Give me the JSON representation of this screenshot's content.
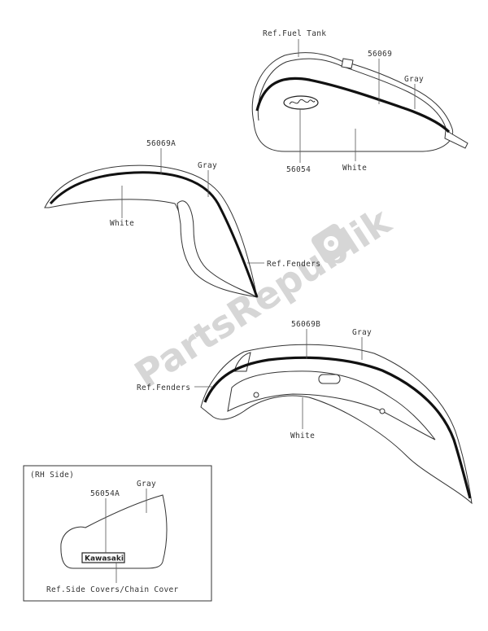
{
  "fuel_tank": {
    "ref_label": "Ref.Fuel Tank",
    "stripe_part": "56069",
    "gray_label": "Gray",
    "white_label": "White",
    "emblem_part": "56054"
  },
  "front_fender": {
    "stripe_part": "56069A",
    "gray_label": "Gray",
    "white_label": "White",
    "ref_label": "Ref.Fenders"
  },
  "rear_fender": {
    "stripe_part": "56069B",
    "gray_label": "Gray",
    "white_label": "White",
    "ref_label": "Ref.Fenders"
  },
  "side_cover_box": {
    "side_label": "(RH Side)",
    "gray_label": "Gray",
    "part": "56054A",
    "badge_text": "Kawasaki",
    "ref_label": "Ref.Side Covers/Chain Cover"
  },
  "watermark": {
    "text": "PartsRepublik"
  }
}
